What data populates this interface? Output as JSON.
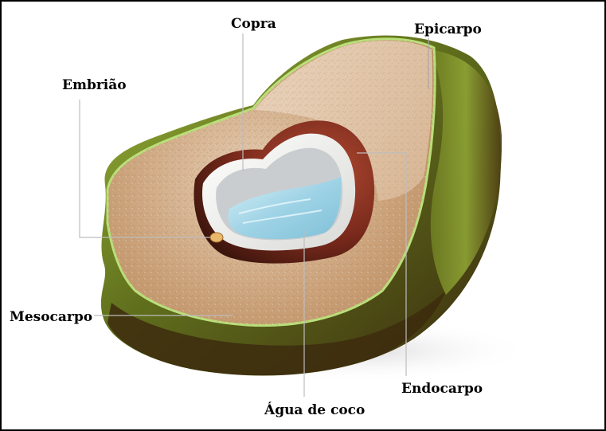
{
  "labels": {
    "copra": "Copra",
    "epicarpo": "Epicarpo",
    "embriao": "Embrião",
    "mesocarpo": "Mesocarpo",
    "endocarpo": "Endocarpo",
    "agua": "Água de coco"
  },
  "colors": {
    "frame": "#000000",
    "husk_dark": "#4a3a12",
    "husk_green": "#7f9a2a",
    "rim_green": "#b9e07a",
    "fiber": "#c89c72",
    "fiber_light": "#e0c6aa",
    "shell": "#7a2a1c",
    "copra": "#f4f4f2",
    "water": "#9fd3e6"
  }
}
